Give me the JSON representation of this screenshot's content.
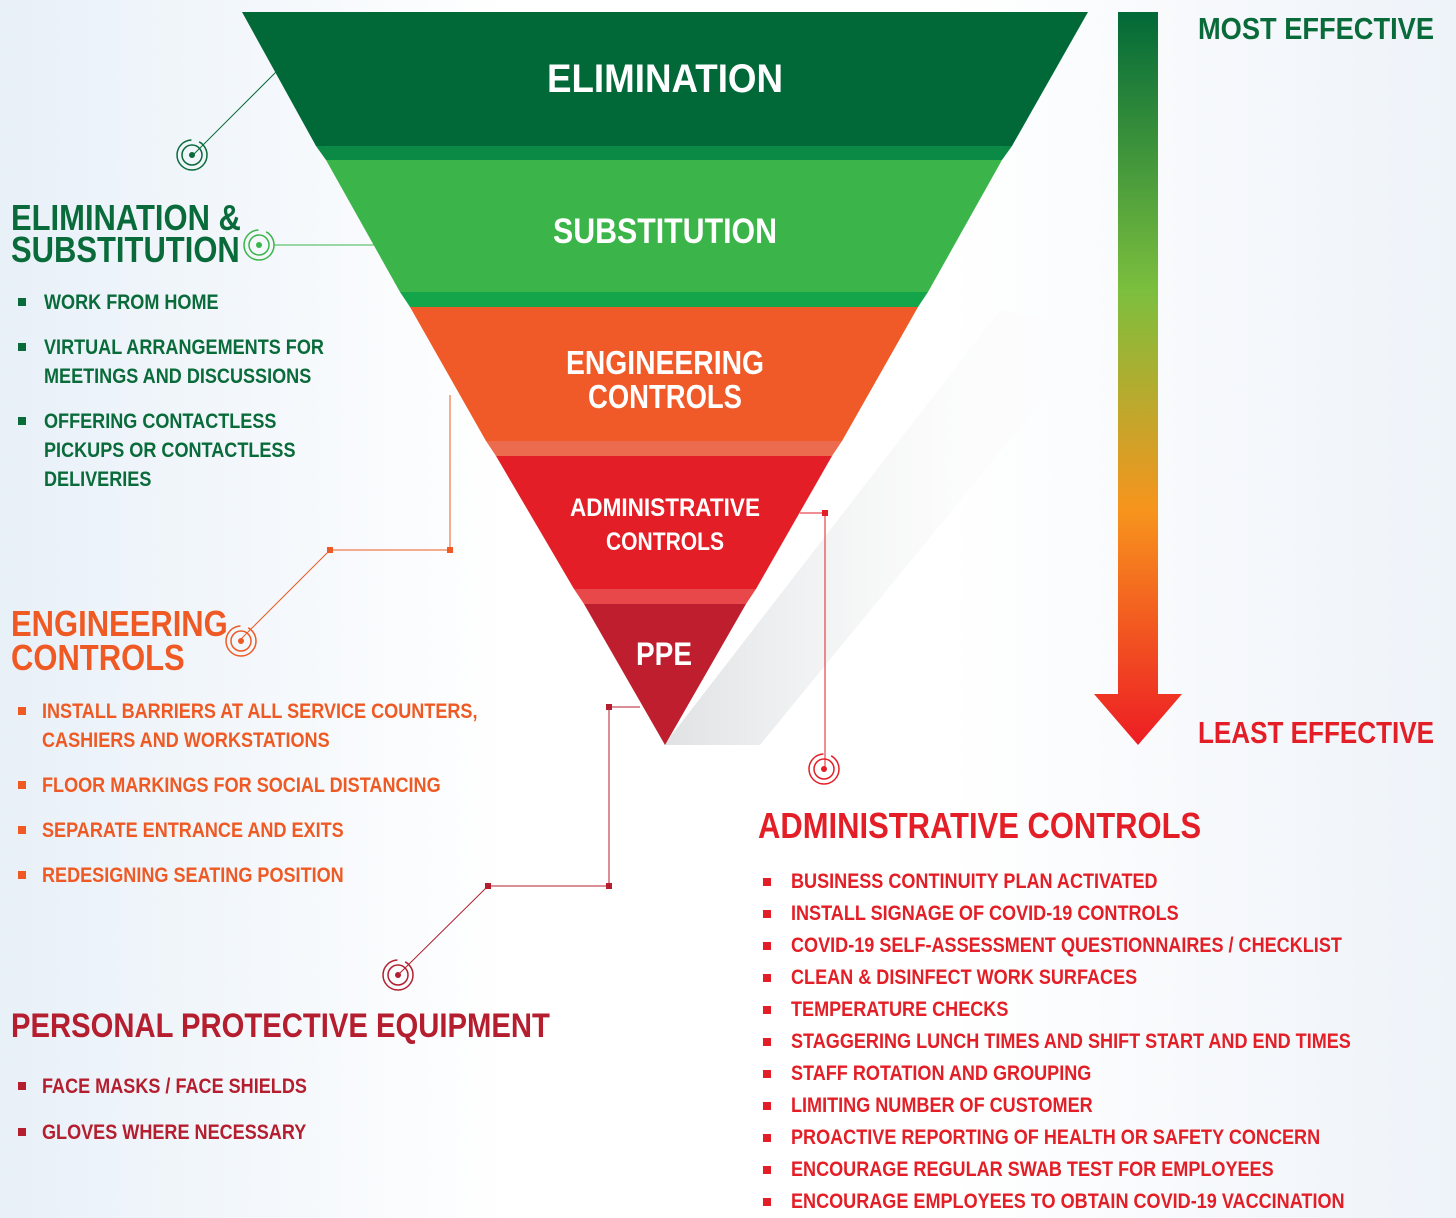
{
  "colors": {
    "elimination": "#016938",
    "substitution": "#3bb54a",
    "engineering": "#f05a28",
    "administrative": "#e41e27",
    "ppe": "#be1e2d",
    "green_text": "#0a6b3a",
    "orange_text": "#ef5a24",
    "red_text": "#e31e26",
    "ppe_text": "#b41e2e"
  },
  "pyramid": {
    "elimination": "ELIMINATION",
    "substitution": "SUBSTITUTION",
    "engineering_line1": "ENGINEERING",
    "engineering_line2": "CONTROLS",
    "administrative_line1": "ADMINISTRATIVE",
    "administrative_line2": "CONTROLS",
    "ppe": "PPE"
  },
  "scale": {
    "most": "MOST EFFECTIVE",
    "least": "LEAST EFFECTIVE"
  },
  "substitution_section": {
    "title_line1": "ELIMINATION &",
    "title_line2": "SUBSTITUTION",
    "items": [
      "WORK FROM HOME",
      "VIRTUAL ARRANGEMENTS FOR",
      "MEETINGS AND DISCUSSIONS",
      "OFFERING CONTACTLESS",
      "PICKUPS OR CONTACTLESS",
      "DELIVERIES"
    ]
  },
  "engineering_section": {
    "title_line1": "ENGINEERING",
    "title_line2": "CONTROLS",
    "items": [
      "INSTALL BARRIERS AT ALL SERVICE COUNTERS,",
      "CASHIERS AND WORKSTATIONS",
      "FLOOR MARKINGS FOR SOCIAL DISTANCING",
      "SEPARATE ENTRANCE AND EXITS",
      "REDESIGNING SEATING POSITION"
    ]
  },
  "ppe_section": {
    "title": "PERSONAL PROTECTIVE EQUIPMENT",
    "items": [
      "FACE MASKS / FACE SHIELDS",
      "GLOVES WHERE NECESSARY"
    ]
  },
  "administrative_section": {
    "title": "ADMINISTRATIVE CONTROLS",
    "items": [
      "BUSINESS CONTINUITY PLAN ACTIVATED",
      "INSTALL SIGNAGE OF COVID-19 CONTROLS",
      "COVID-19 SELF-ASSESSMENT QUESTIONNAIRES / CHECKLIST",
      "CLEAN & DISINFECT WORK SURFACES",
      "TEMPERATURE CHECKS",
      "STAGGERING LUNCH TIMES AND SHIFT START AND END TIMES",
      "STAFF ROTATION AND GROUPING",
      "LIMITING NUMBER OF CUSTOMER",
      "PROACTIVE REPORTING OF HEALTH OR SAFETY CONCERN",
      "ENCOURAGE REGULAR SWAB TEST FOR EMPLOYEES",
      "ENCOURAGE EMPLOYEES TO OBTAIN COVID-19 VACCINATION"
    ]
  }
}
